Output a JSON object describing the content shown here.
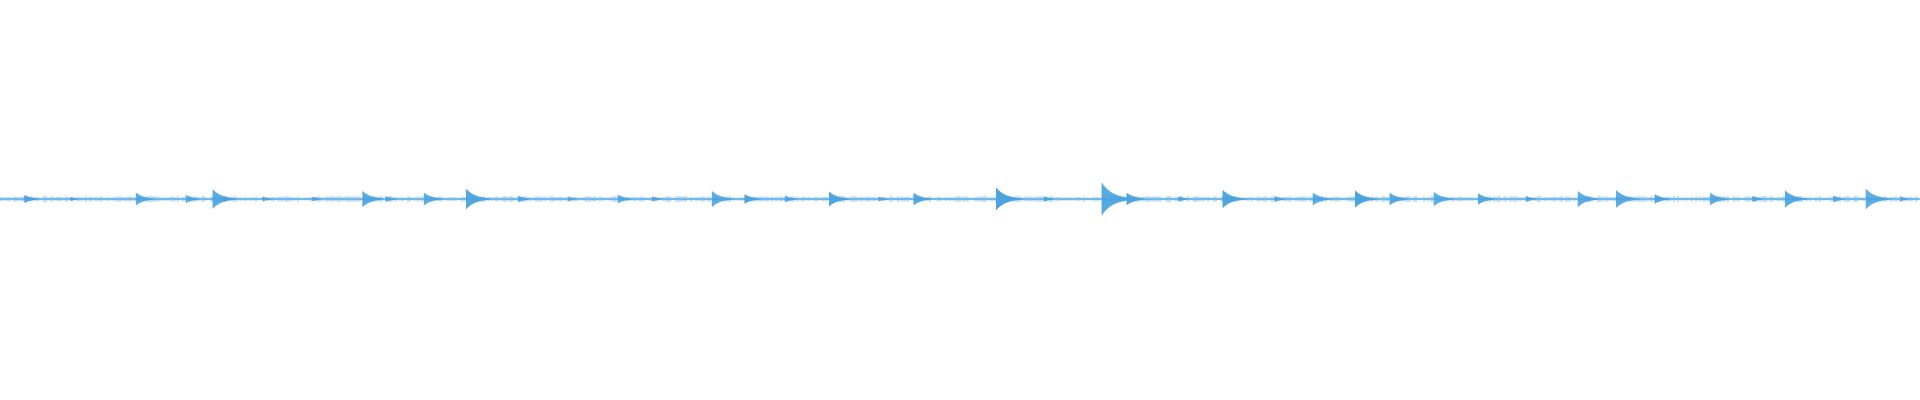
{
  "waveform": {
    "color": "#4aa3df",
    "background": "#ffffff",
    "duration_fraction_peaks": [
      [
        0.013,
        0.35
      ],
      [
        0.037,
        0.15
      ],
      [
        0.071,
        0.55
      ],
      [
        0.097,
        0.35
      ],
      [
        0.111,
        0.85
      ],
      [
        0.117,
        0.25
      ],
      [
        0.137,
        0.2
      ],
      [
        0.163,
        0.18
      ],
      [
        0.189,
        0.7
      ],
      [
        0.201,
        0.25
      ],
      [
        0.221,
        0.55
      ],
      [
        0.243,
        0.9
      ],
      [
        0.27,
        0.28
      ],
      [
        0.296,
        0.18
      ],
      [
        0.322,
        0.38
      ],
      [
        0.34,
        0.22
      ],
      [
        0.371,
        0.7
      ],
      [
        0.388,
        0.42
      ],
      [
        0.409,
        0.3
      ],
      [
        0.432,
        0.65
      ],
      [
        0.458,
        0.2
      ],
      [
        0.476,
        0.55
      ],
      [
        0.519,
        1.0
      ],
      [
        0.544,
        0.22
      ],
      [
        0.574,
        1.45
      ],
      [
        0.587,
        0.55
      ],
      [
        0.614,
        0.22
      ],
      [
        0.637,
        0.8
      ],
      [
        0.664,
        0.25
      ],
      [
        0.684,
        0.55
      ],
      [
        0.706,
        0.75
      ],
      [
        0.724,
        0.55
      ],
      [
        0.747,
        0.62
      ],
      [
        0.77,
        0.5
      ],
      [
        0.795,
        0.25
      ],
      [
        0.822,
        0.7
      ],
      [
        0.842,
        0.78
      ],
      [
        0.862,
        0.42
      ],
      [
        0.891,
        0.55
      ],
      [
        0.913,
        0.25
      ],
      [
        0.93,
        0.75
      ],
      [
        0.955,
        0.28
      ],
      [
        0.972,
        0.9
      ],
      [
        0.99,
        0.18
      ]
    ],
    "baseline_level": 0.035,
    "max_amplitude_label": ""
  }
}
